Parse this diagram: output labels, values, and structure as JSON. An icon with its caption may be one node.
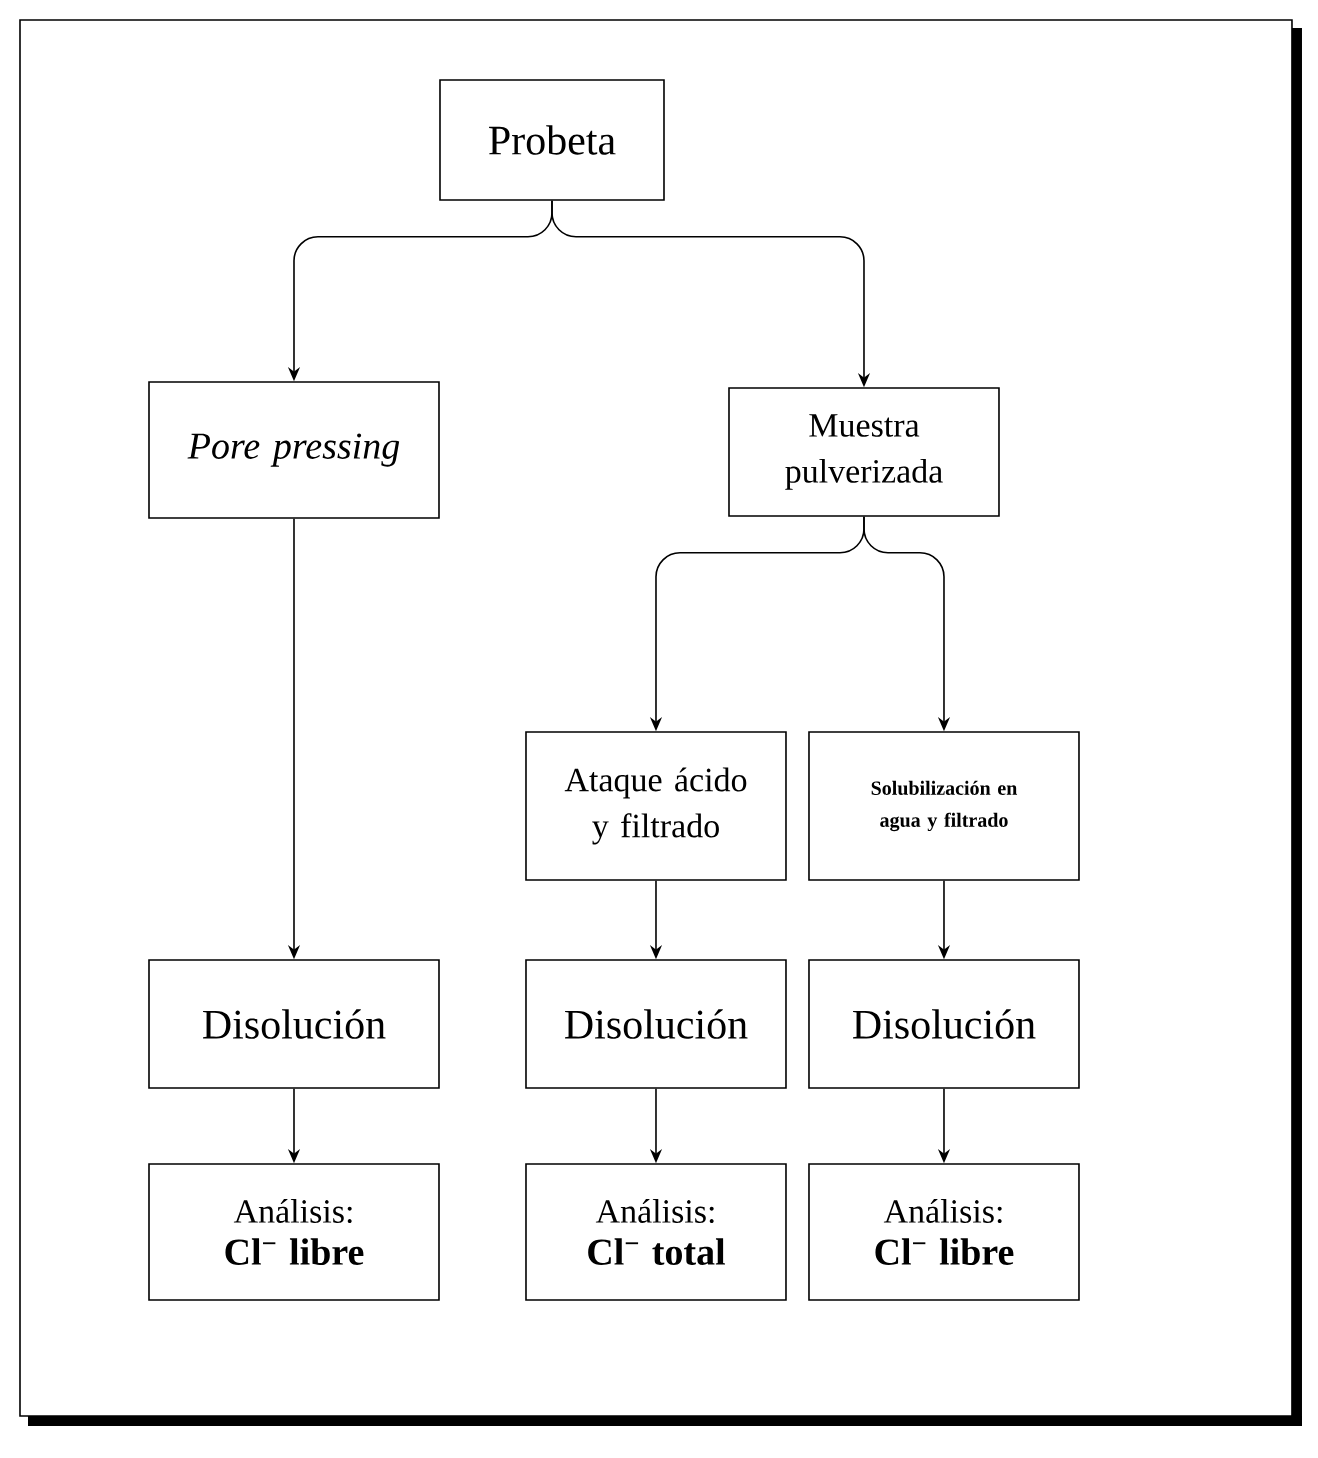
{
  "diagram": {
    "nodes": [
      {
        "text": [
          "Probeta"
        ]
      },
      {
        "text": [
          "Pore pressing"
        ]
      },
      {
        "text": [
          "Muestra pulverizada"
        ]
      },
      {
        "text": [
          "Disolución"
        ]
      },
      {
        "text": [
          "Análisis:",
          "Cl$^{−}$ libre"
        ]
      },
      {
        "text": [
          "Ataque ácido y filtrado"
        ]
      },
      {
        "text": [
          "Solubilización en agua y filtrado"
        ]
      },
      {
        "text": [
          "Disolución"
        ]
      },
      {
        "text": [
          "Disolución"
        ]
      },
      {
        "text": [
          "Análisis:",
          "Cl$^{−}$ total"
        ]
      },
      {
        "text": [
          "Análisis:",
          "Cl$^{−}$ libre"
        ]
      }
    ],
    "edges": [
      {
        "from": 0,
        "to": 1,
        "arrow": "to"
      },
      {
        "from": 0,
        "to": 2,
        "arrow": "to"
      },
      {
        "from": 1,
        "to": 3,
        "arrow": "to"
      },
      {
        "from": 3,
        "to": 4,
        "arrow": "to"
      },
      {
        "from": 2,
        "to": 5,
        "arrow": "to"
      },
      {
        "from": 2,
        "to": 6,
        "arrow": "to"
      },
      {
        "from": 5,
        "to": 7,
        "arrow": "to"
      },
      {
        "from": 7,
        "to": 9,
        "arrow": "to"
      },
      {
        "from": 6,
        "to": 8,
        "arrow": "to"
      },
      {
        "from": 8,
        "to": 10,
        "arrow": "to"
      }
    ]
  }
}
